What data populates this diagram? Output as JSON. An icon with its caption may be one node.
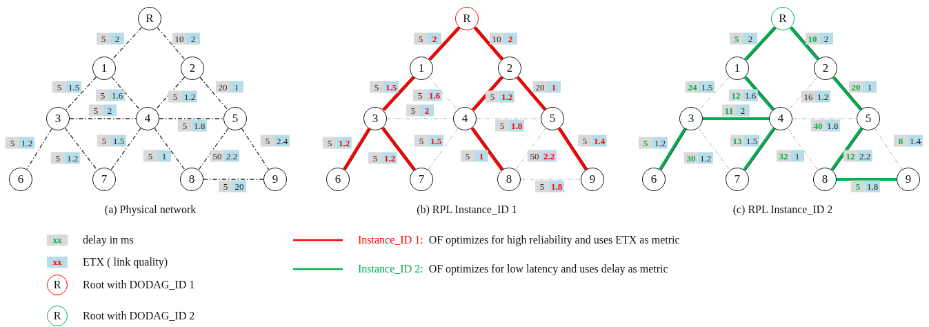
{
  "diagram": {
    "nodes": [
      {
        "text": [
          "R"
        ]
      },
      {
        "text": [
          "1"
        ]
      },
      {
        "text": [
          "2"
        ]
      },
      {
        "text": [
          "3"
        ]
      },
      {
        "text": [
          "4"
        ]
      },
      {
        "text": [
          "5"
        ]
      },
      {
        "text": [
          "6"
        ]
      },
      {
        "text": [
          "7"
        ]
      },
      {
        "text": [
          "8"
        ]
      },
      {
        "text": [
          "9"
        ]
      },
      {
        "text": [
          "R"
        ]
      },
      {
        "text": [
          "1"
        ]
      },
      {
        "text": [
          "2"
        ]
      },
      {
        "text": [
          "3"
        ]
      },
      {
        "text": [
          "4"
        ]
      },
      {
        "text": [
          "5"
        ]
      },
      {
        "text": [
          "6"
        ]
      },
      {
        "text": [
          "7"
        ]
      },
      {
        "text": [
          "8"
        ]
      },
      {
        "text": [
          "9"
        ]
      },
      {
        "text": [
          "R"
        ]
      },
      {
        "text": [
          "1"
        ]
      },
      {
        "text": [
          "2"
        ]
      },
      {
        "text": [
          "3"
        ]
      },
      {
        "text": [
          "4"
        ]
      },
      {
        "text": [
          "5"
        ]
      },
      {
        "text": [
          "6"
        ]
      },
      {
        "text": [
          "7"
        ]
      },
      {
        "text": [
          "8"
        ]
      },
      {
        "text": [
          "9"
        ]
      }
    ],
    "edges": [
      {
        "from": 0,
        "to": 1,
        "arrow": "none",
        "label": "5 2",
        "style": "dashed"
      },
      {
        "from": 0,
        "to": 2,
        "arrow": "none",
        "label": "10 2",
        "style": "dashed"
      },
      {
        "from": 1,
        "to": 3,
        "arrow": "none",
        "label": "5 1.5",
        "style": "dashed"
      },
      {
        "from": 1,
        "to": 4,
        "arrow": "none",
        "label": "5 1.6",
        "style": "dashed"
      },
      {
        "from": 2,
        "to": 4,
        "arrow": "none",
        "label": "5 1.2",
        "style": "dashed"
      },
      {
        "from": 2,
        "to": 5,
        "arrow": "none",
        "label": "20 1",
        "style": "dashed"
      },
      {
        "from": 3,
        "to": 4,
        "arrow": "none",
        "label": "5 2",
        "style": "dashed"
      },
      {
        "from": 4,
        "to": 5,
        "arrow": "none",
        "label": "5 1.8",
        "style": "dashed"
      },
      {
        "from": 3,
        "to": 6,
        "arrow": "none",
        "label": "5 1.2",
        "style": "dashed"
      },
      {
        "from": 3,
        "to": 7,
        "arrow": "none",
        "label": "5 1.2",
        "style": "dashed"
      },
      {
        "from": 4,
        "to": 7,
        "arrow": "none",
        "label": "5 1.5",
        "style": "dashed"
      },
      {
        "from": 4,
        "to": 8,
        "arrow": "none",
        "label": "5 1",
        "style": "dashed"
      },
      {
        "from": 5,
        "to": 8,
        "arrow": "none",
        "label": "50 2.2",
        "style": "dashed"
      },
      {
        "from": 5,
        "to": 9,
        "arrow": "none",
        "label": "5 2.4",
        "style": "dashed"
      },
      {
        "from": 8,
        "to": 9,
        "arrow": "none",
        "label": "5 20",
        "style": "dashed"
      },
      {
        "from": 10,
        "to": 11,
        "arrow": "none",
        "label": "5 **2**",
        "style": "thick",
        "color": "#ff0000"
      },
      {
        "from": 10,
        "to": 12,
        "arrow": "none",
        "label": "10 **2**",
        "style": "thick",
        "color": "#ff0000"
      },
      {
        "from": 11,
        "to": 13,
        "arrow": "none",
        "label": "5 **1.5**",
        "style": "thick",
        "color": "#ff0000"
      },
      {
        "from": 11,
        "to": 14,
        "arrow": "none",
        "label": "5 **1.6**",
        "style": "dashed",
        "color": "#b0b0b0"
      },
      {
        "from": 12,
        "to": 14,
        "arrow": "none",
        "label": "5 **1.2**",
        "style": "thick",
        "color": "#ff0000"
      },
      {
        "from": 12,
        "to": 15,
        "arrow": "none",
        "label": "20 **1**",
        "style": "thick",
        "color": "#ff0000"
      },
      {
        "from": 13,
        "to": 14,
        "arrow": "none",
        "label": "5 **2**",
        "style": "dashed",
        "color": "#b0b0b0"
      },
      {
        "from": 14,
        "to": 15,
        "arrow": "none",
        "label": "5 **1.8**",
        "style": "dashed",
        "color": "#b0b0b0"
      },
      {
        "from": 13,
        "to": 16,
        "arrow": "none",
        "label": "5 **1.2**",
        "style": "thick",
        "color": "#ff0000"
      },
      {
        "from": 13,
        "to": 17,
        "arrow": "none",
        "label": "5 **1.2**",
        "style": "thick",
        "color": "#ff0000"
      },
      {
        "from": 14,
        "to": 17,
        "arrow": "none",
        "label": "5 **1.5**",
        "style": "dashed",
        "color": "#b0b0b0"
      },
      {
        "from": 14,
        "to": 18,
        "arrow": "none",
        "label": "5 **1**",
        "style": "thick",
        "color": "#ff0000"
      },
      {
        "from": 15,
        "to": 18,
        "arrow": "none",
        "label": "50 **2.2**",
        "style": "dashed",
        "color": "#b0b0b0"
      },
      {
        "from": 15,
        "to": 19,
        "arrow": "none",
        "label": "5 **1.4**",
        "style": "thick",
        "color": "#ff0000"
      },
      {
        "from": 18,
        "to": 19,
        "arrow": "none",
        "label": "5 **1.8**",
        "style": "dashed",
        "color": "#b0b0b0"
      },
      {
        "from": 20,
        "to": 21,
        "arrow": "none",
        "label": "**5** 2",
        "style": "thick",
        "color": "#00b050"
      },
      {
        "from": 20,
        "to": 22,
        "arrow": "none",
        "label": "**10** 2",
        "style": "thick",
        "color": "#00b050"
      },
      {
        "from": 21,
        "to": 23,
        "arrow": "none",
        "label": "**24** 1.5",
        "style": "dashed",
        "color": "#b0b0b0"
      },
      {
        "from": 21,
        "to": 24,
        "arrow": "none",
        "label": "**12** 1.6",
        "style": "thick",
        "color": "#00b050"
      },
      {
        "from": 22,
        "to": 24,
        "arrow": "none",
        "label": "16 1.2",
        "style": "dashed",
        "color": "#b0b0b0"
      },
      {
        "from": 22,
        "to": 25,
        "arrow": "none",
        "label": "**20** 1",
        "style": "thick",
        "color": "#00b050"
      },
      {
        "from": 23,
        "to": 24,
        "arrow": "none",
        "label": "**11** 2",
        "style": "thick",
        "color": "#00b050"
      },
      {
        "from": 24,
        "to": 25,
        "arrow": "none",
        "label": "**40** 1.8",
        "style": "dashed",
        "color": "#b0b0b0"
      },
      {
        "from": 23,
        "to": 26,
        "arrow": "none",
        "label": "**5** 1.2",
        "style": "thick",
        "color": "#00b050"
      },
      {
        "from": 23,
        "to": 27,
        "arrow": "none",
        "label": "**30** 1.2",
        "style": "dashed",
        "color": "#b0b0b0"
      },
      {
        "from": 24,
        "to": 27,
        "arrow": "none",
        "label": "**13** 1.5",
        "style": "thick",
        "color": "#00b050"
      },
      {
        "from": 24,
        "to": 28,
        "arrow": "none",
        "label": "**32** 1",
        "style": "dashed",
        "color": "#b0b0b0"
      },
      {
        "from": 25,
        "to": 28,
        "arrow": "none",
        "label": "**12** 2.2",
        "style": "thick",
        "color": "#00b050"
      },
      {
        "from": 25,
        "to": 29,
        "arrow": "none",
        "label": "**8** 1.4",
        "style": "dashed",
        "color": "#b0b0b0"
      },
      {
        "from": 28,
        "to": 29,
        "arrow": "none",
        "label": "**5** 1.8",
        "style": "thick",
        "color": "#00b050"
      }
    ],
    "labels": [
      "(a) Physical network",
      "(b) RPL Instance_ID 1",
      "(c) RPL Instance_ID 2",
      "xx",
      "xx",
      "R",
      "R"
    ],
    "legend": [
      {
        "text": "delay in ms",
        "color": "#d9d9d9"
      },
      {
        "text": "ETX ( link quality)",
        "color": "#b7dde8"
      },
      {
        "text": "Root with DODAG_ID 1",
        "color": "#ff0000"
      },
      {
        "text": "Root with DODAG_ID 2",
        "color": "#00b050"
      },
      {
        "text": "Instance_ID 1:  OF optimizes for high reliability and uses ETX as metric",
        "color": "#ff0000"
      },
      {
        "text": "Instance_ID 2:  OF optimizes for low latency and uses delay as metric",
        "color": "#00b050"
      }
    ]
  }
}
